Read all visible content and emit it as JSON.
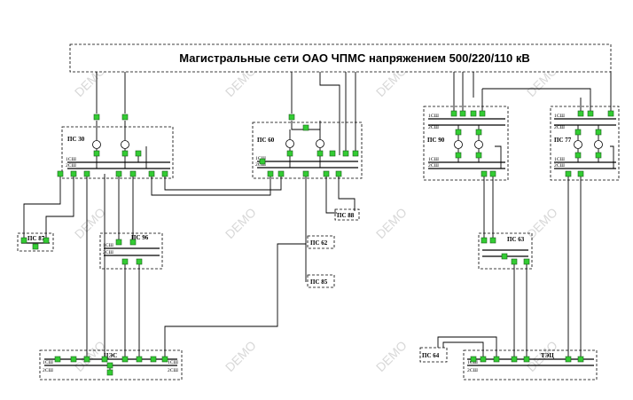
{
  "banner": {
    "title": "Магистральные сети ОАО ЧПМС напряжением 500/220/110 кВ"
  },
  "watermark": "DEMO",
  "substations": {
    "ps30": {
      "name": "ПС 30",
      "bus1": "1СШ",
      "bus2": "2СШ"
    },
    "ps60": {
      "name": "ПС 60",
      "bus1": "1СШ",
      "bus2": "2СШ"
    },
    "ps90": {
      "name": "ПС 90",
      "bus1": "1СШ",
      "bus2": "2СШ",
      "bus3": "1СШ",
      "bus4": "2СШ"
    },
    "ps77": {
      "name": "ПС 77",
      "bus1": "1СШ",
      "bus2": "2СШ",
      "bus3": "1СШ",
      "bus4": "2СШ"
    },
    "ps87": {
      "name": "ПС 87"
    },
    "ps96": {
      "name": "ПС 96",
      "bus1": "1СШ",
      "bus2": "2СШ"
    },
    "ps88": {
      "name": "ПС 88"
    },
    "ps62": {
      "name": "ПС 62"
    },
    "ps85": {
      "name": "ПС 85"
    },
    "ps63": {
      "name": "ПС 63"
    },
    "ces": {
      "name": "ЦЭС",
      "bus1": "1СШ",
      "bus2": "2СШ",
      "bus3": "1СШ",
      "bus4": "2СШ"
    },
    "ps64": {
      "name": "ПС 64"
    },
    "tec": {
      "name": "ТЭЦ",
      "bus1": "1СШ",
      "bus2": "2СШ"
    }
  }
}
